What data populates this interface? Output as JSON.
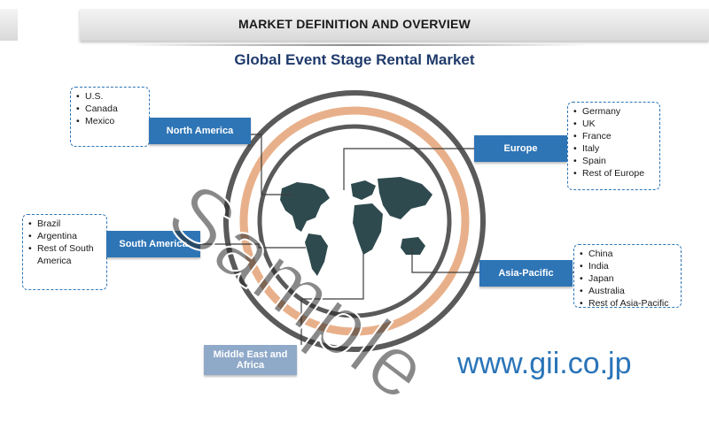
{
  "header": {
    "title": "MARKET DEFINITION AND OVERVIEW"
  },
  "subtitle": "Global Event Stage Rental Market",
  "regions": {
    "north_america": {
      "label": "North America",
      "countries": [
        "U.S.",
        "Canada",
        "Mexico"
      ]
    },
    "europe": {
      "label": "Europe",
      "countries": [
        "Germany",
        "UK",
        "France",
        "Italy",
        "Spain",
        "Rest of Europe"
      ]
    },
    "south_america": {
      "label": "South America",
      "countries": [
        "Brazil",
        "Argentina",
        "Rest of South America"
      ]
    },
    "asia_pacific": {
      "label": "Asia-Pacific",
      "countries": [
        "China",
        "India",
        "Japan",
        "Australia",
        "Rest of Asia-Pacific"
      ]
    },
    "middle_east_africa": {
      "label": "Middle East and Africa"
    }
  },
  "watermark": "Sample",
  "site_url": "www.gii.co.jp",
  "colors": {
    "region_blue": "#2e75b6",
    "region_light": "#8fa9c9",
    "title_navy": "#1f3a6b",
    "ring_outer": "#5a5a5a",
    "ring_inner": "#e8b08a",
    "map": "#2f4a4f",
    "url_blue": "#2a74b8"
  }
}
